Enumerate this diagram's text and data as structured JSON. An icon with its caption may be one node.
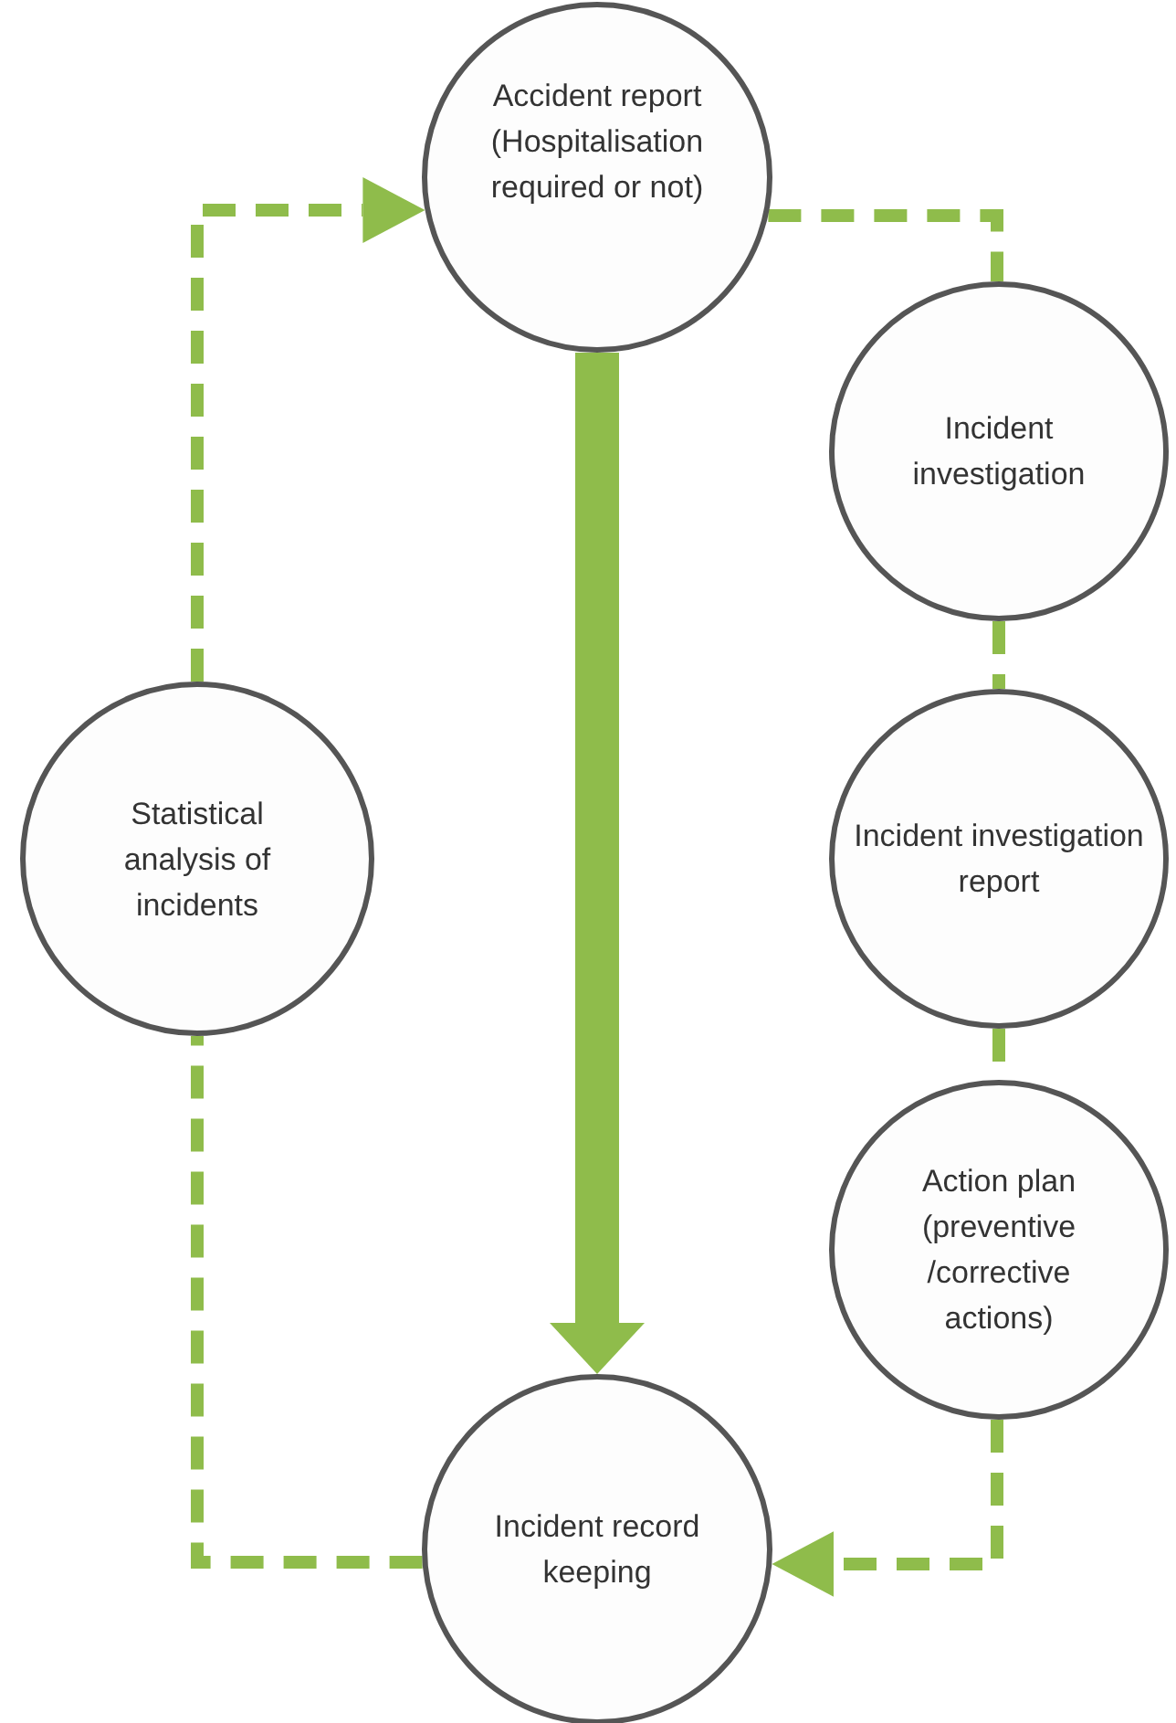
{
  "diagram": {
    "nodes": [
      {
        "text": [
          "Accident report (Hospitalisation required or not)"
        ]
      },
      {
        "text": [
          "Incident investigation"
        ]
      },
      {
        "text": [
          "Incident investigation report"
        ]
      },
      {
        "text": [
          "Action plan (preventive /corrective actions)"
        ]
      },
      {
        "text": [
          "Incident record keeping"
        ]
      },
      {
        "text": [
          "Statistical analysis of incidents"
        ]
      }
    ],
    "edges": [
      {
        "from": 0,
        "to": 1,
        "arrow": "none",
        "style": "dashed"
      },
      {
        "from": 1,
        "to": 2,
        "arrow": "none",
        "style": "dashed"
      },
      {
        "from": 2,
        "to": 3,
        "arrow": "none",
        "style": "dashed"
      },
      {
        "from": 3,
        "to": 4,
        "arrow": "to",
        "style": "dashed"
      },
      {
        "from": 4,
        "to": 5,
        "arrow": "none",
        "style": "dashed"
      },
      {
        "from": 5,
        "to": 0,
        "arrow": "to",
        "style": "dashed"
      },
      {
        "from": 0,
        "to": 4,
        "arrow": "to",
        "style": "thick"
      }
    ]
  }
}
